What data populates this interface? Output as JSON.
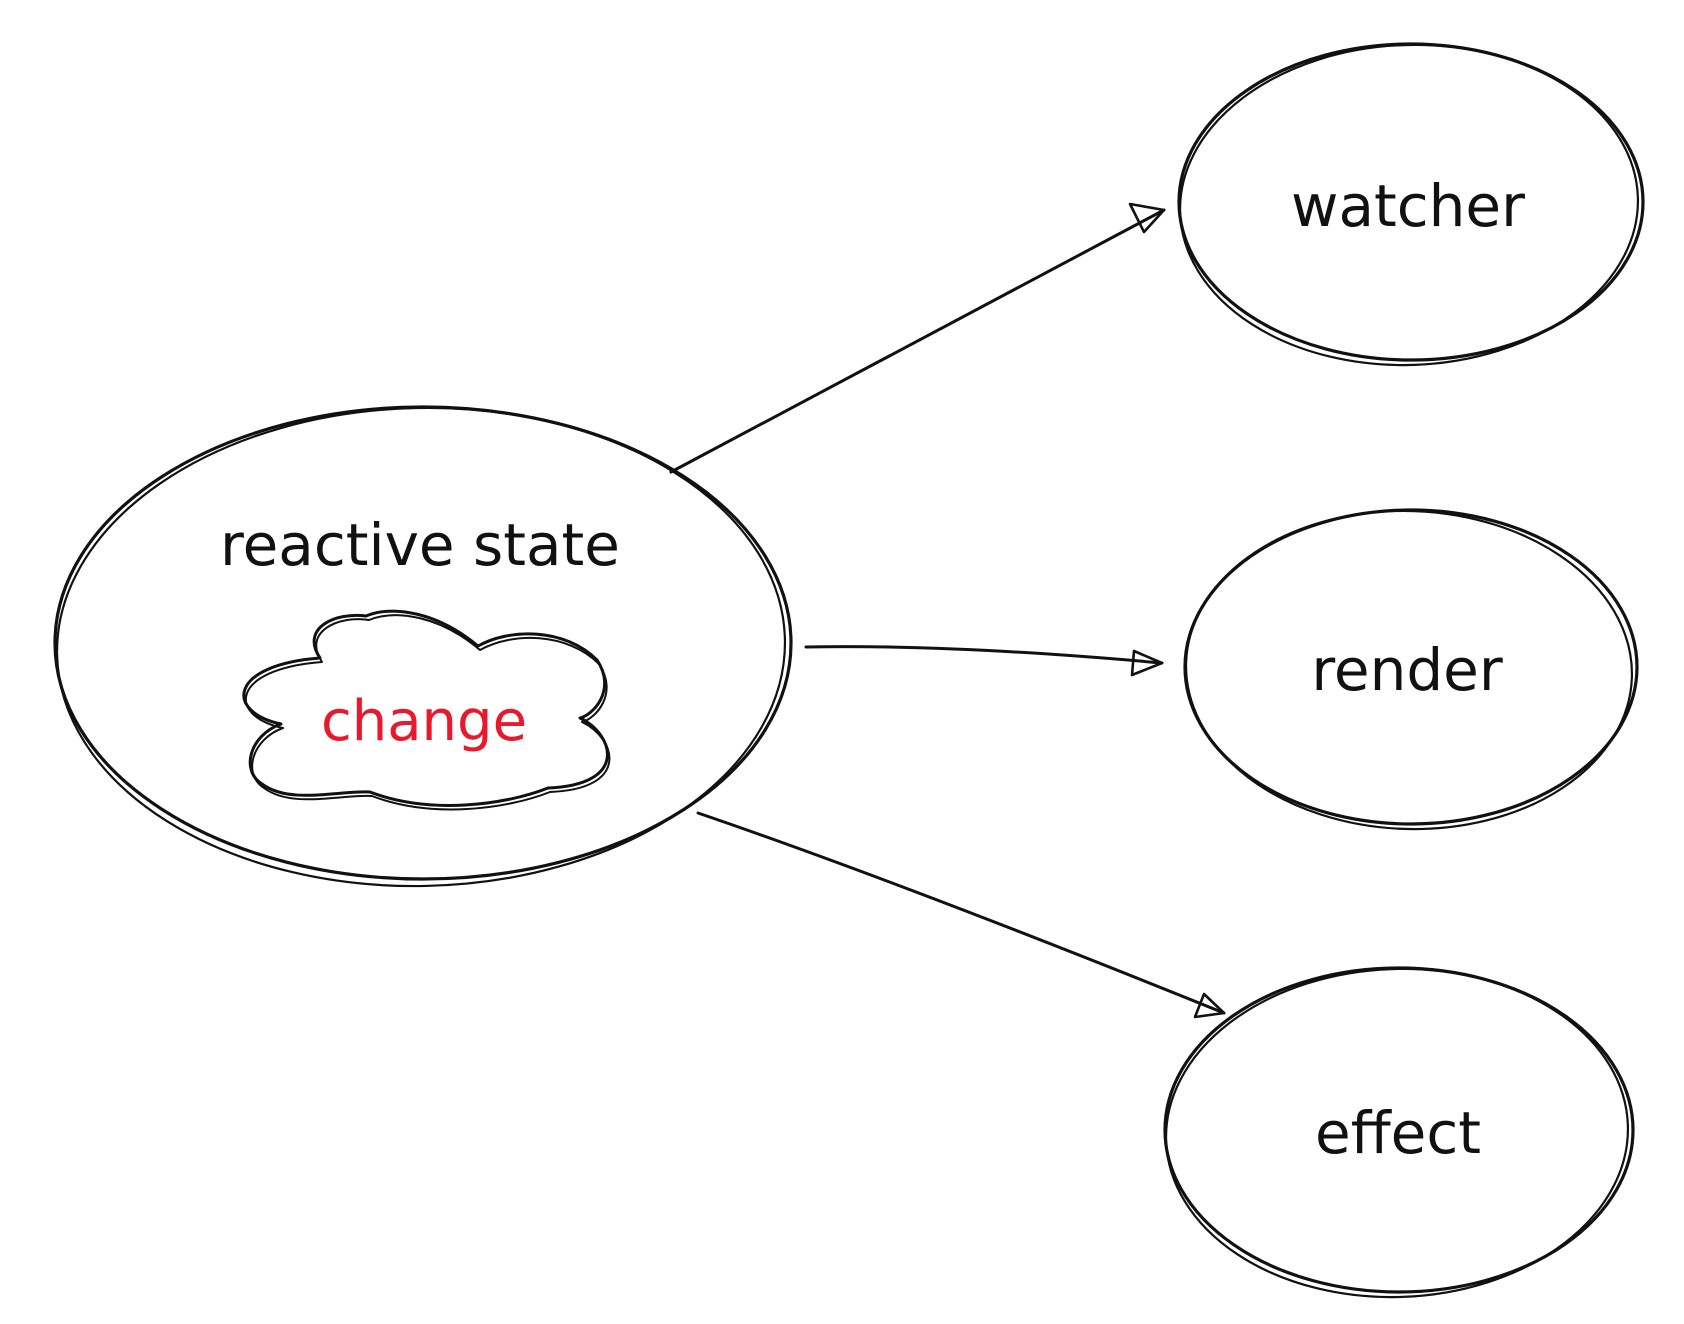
{
  "colors": {
    "stroke": "#111111",
    "accent": "#e8192c",
    "background": "#ffffff"
  },
  "nodes": {
    "source": {
      "label": "reactive state"
    },
    "event": {
      "label": "change",
      "shape": "cloud"
    },
    "watcher": {
      "label": "watcher"
    },
    "render": {
      "label": "render"
    },
    "effect": {
      "label": "effect"
    }
  },
  "edges": [
    {
      "from": "reactive state",
      "to": "watcher"
    },
    {
      "from": "reactive state",
      "to": "render"
    },
    {
      "from": "reactive state",
      "to": "effect"
    }
  ]
}
